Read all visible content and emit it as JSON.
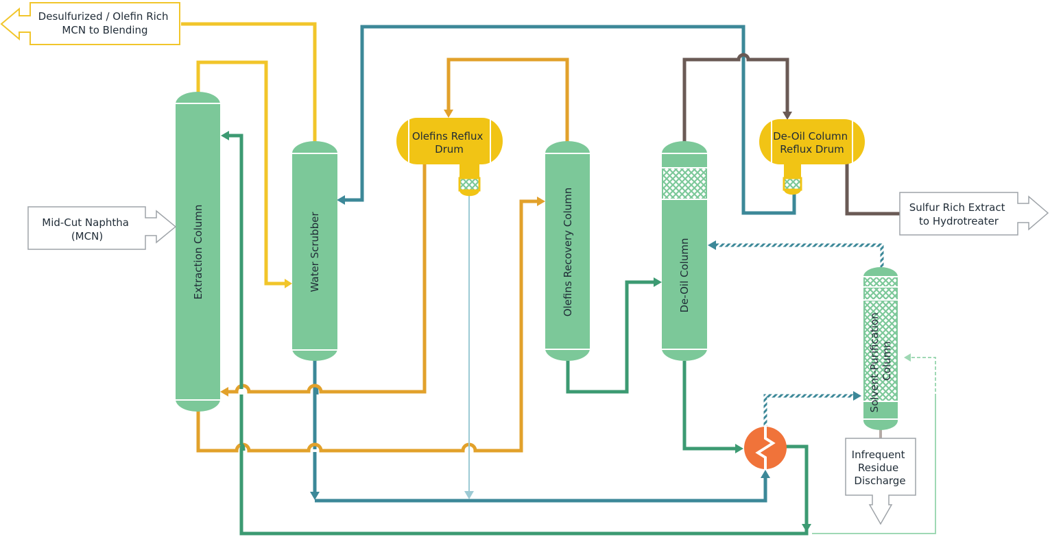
{
  "colors": {
    "green_vessel": "#7cc899",
    "yellow_vessel": "#f1c415",
    "exchanger": "#f0733a",
    "stream_yellow": "#f1c52a",
    "stream_orange": "#e2a12b",
    "stream_blue": "#3c8898",
    "stream_green": "#3c9a72",
    "stream_brown": "#6a5a55",
    "stream_lightblue": "#9ccad4",
    "stream_lightgreen": "#9fd8b4",
    "box_stroke_gray": "#9ea3a8",
    "text": "#1f2b36"
  },
  "io": {
    "desulfurized": [
      "Desulfurized / Olefin Rich",
      "MCN to Blending"
    ],
    "mcn_feed": [
      "Mid-Cut Naphtha",
      "(MCN)"
    ],
    "sulfur_extract": [
      "Sulfur Rich Extract",
      "to Hydrotreater"
    ],
    "residue": [
      "Infrequent",
      "Residue",
      "Discharge"
    ]
  },
  "equipment": {
    "extraction_column": "Extraction Column",
    "water_scrubber": "Water Scrubber",
    "olefins_reflux_drum": [
      "Olefins Reflux",
      "Drum"
    ],
    "olefins_recovery_column": "Olefins Recovery Column",
    "deoil_column": "De-Oil Column",
    "deoil_reflux_drum": [
      "De-Oil Column",
      "Reflux Drum"
    ],
    "solvent_purification_column": [
      "Solvent-Purification",
      "Column"
    ]
  }
}
